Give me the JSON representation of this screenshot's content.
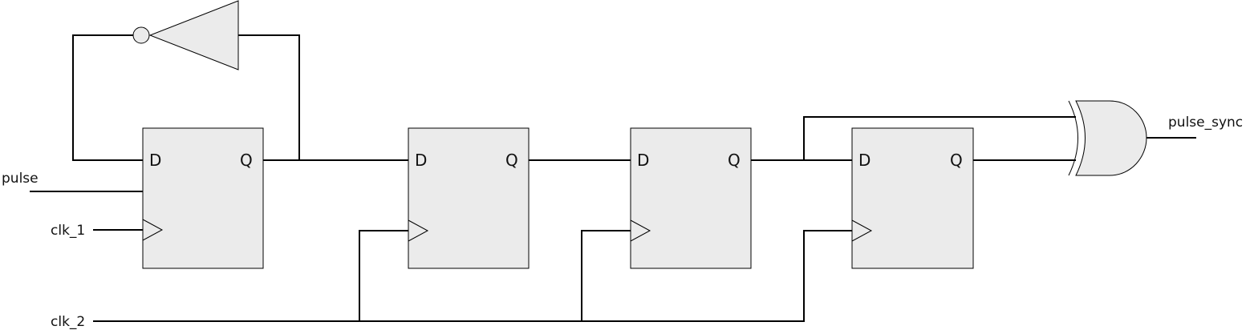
{
  "colors": {
    "block_fill": "#ebebeb",
    "line": "#000000",
    "text": "#111111"
  },
  "signals": {
    "input": "pulse",
    "clock_a": "clk_1",
    "clock_b": "clk_2",
    "output": "pulse_sync"
  },
  "flip_flops": [
    {
      "d_label": "D",
      "q_label": "Q"
    },
    {
      "d_label": "D",
      "q_label": "Q"
    },
    {
      "d_label": "D",
      "q_label": "Q"
    },
    {
      "d_label": "D",
      "q_label": "Q"
    }
  ],
  "gates": {
    "feedback": "inverter",
    "output": "xor"
  }
}
